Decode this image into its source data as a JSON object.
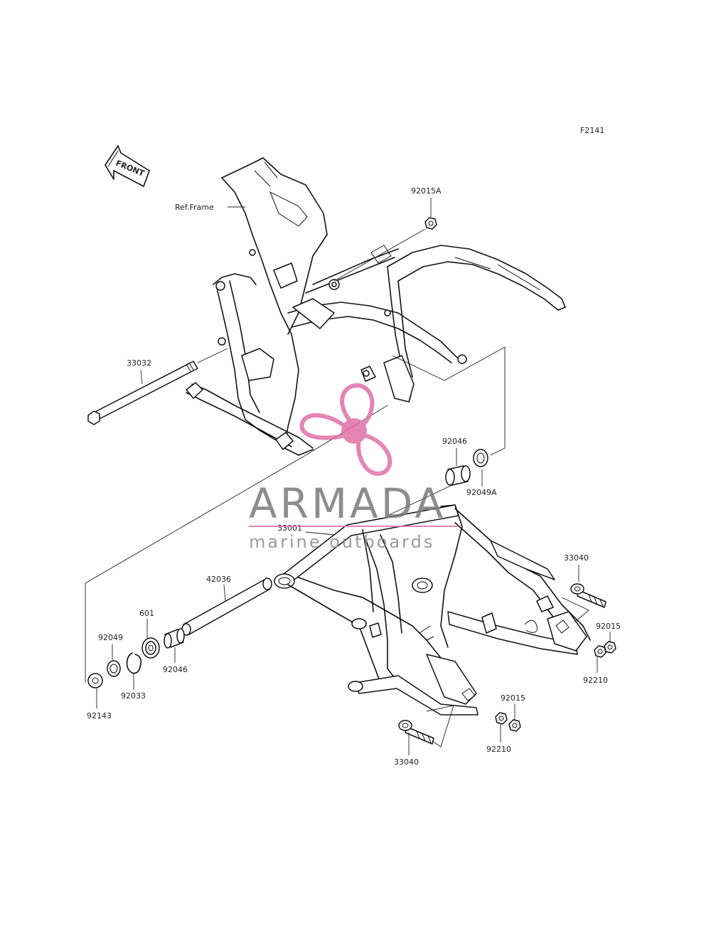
{
  "figure_code": "F2141",
  "front_label": "FRONT",
  "reference_label": "Ref.Frame",
  "callouts": [
    "92015A",
    "33032",
    "92046",
    "92049A",
    "33001",
    "42036",
    "601",
    "92049",
    "92046",
    "92033",
    "92143",
    "33040",
    "92015",
    "92210",
    "92015",
    "92210",
    "33040"
  ],
  "watermark": {
    "brand": "ARMADA",
    "tagline": "marine outboards",
    "brand_color": "#7a7a7a",
    "accent_color": "#e070a8"
  }
}
